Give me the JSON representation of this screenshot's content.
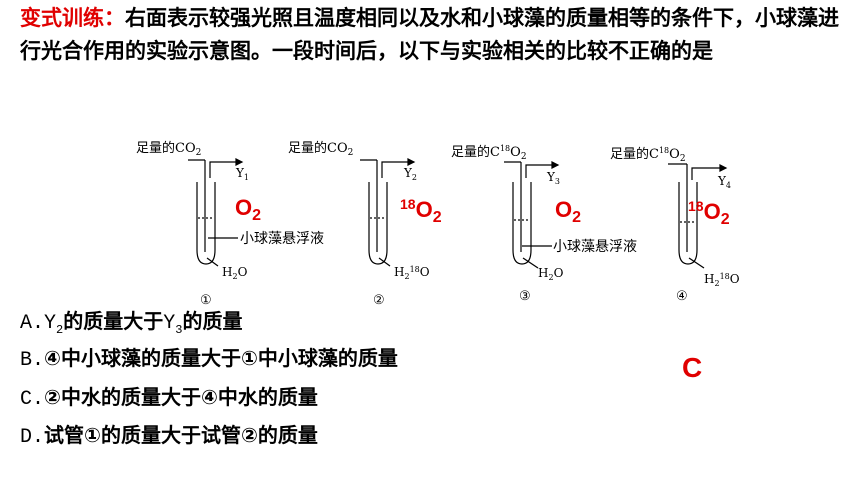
{
  "question": {
    "lead": "变式训练：",
    "text": "右面表示较强光照且温度相同以及水和小球藻的质量相等的条件下，小球藻进行光合作用的实验示意图。一段时间后，以下与实验相关的比较不正确的是"
  },
  "figure": {
    "gas_label_1": "足量的CO",
    "gas_label_2": "足量的CO",
    "gas_label_3": "足量的C",
    "gas_label_4": "足量的C",
    "gas_sub": "2",
    "iso_18": "18",
    "iso_O": "O",
    "suspension_label": "小球藻悬浮液",
    "water_1": "H",
    "water_sub": "2",
    "water_O": "O",
    "out_Y": "Y",
    "out_sub_1": "1",
    "out_sub_2": "2",
    "out_sub_3": "3",
    "out_sub_4": "4",
    "tube_numbers": [
      "①",
      "②",
      "③",
      "④"
    ],
    "red_O": "O",
    "red_sub": "2",
    "red_iso": "18"
  },
  "options": [
    {
      "key": "A.",
      "prefix": "Y",
      "sub": "2",
      "mid": "的质量大于",
      "prefix2": "Y",
      "sub2": "3",
      "suffix": "的质量"
    },
    {
      "key": "B.",
      "text": "④中小球藻的质量大于①中小球藻的质量"
    },
    {
      "key": "C.",
      "text": "②中水的质量大于④中水的质量"
    },
    {
      "key": "D.",
      "text": "试管①的质量大于试管②的质量"
    }
  ],
  "answer": "C"
}
